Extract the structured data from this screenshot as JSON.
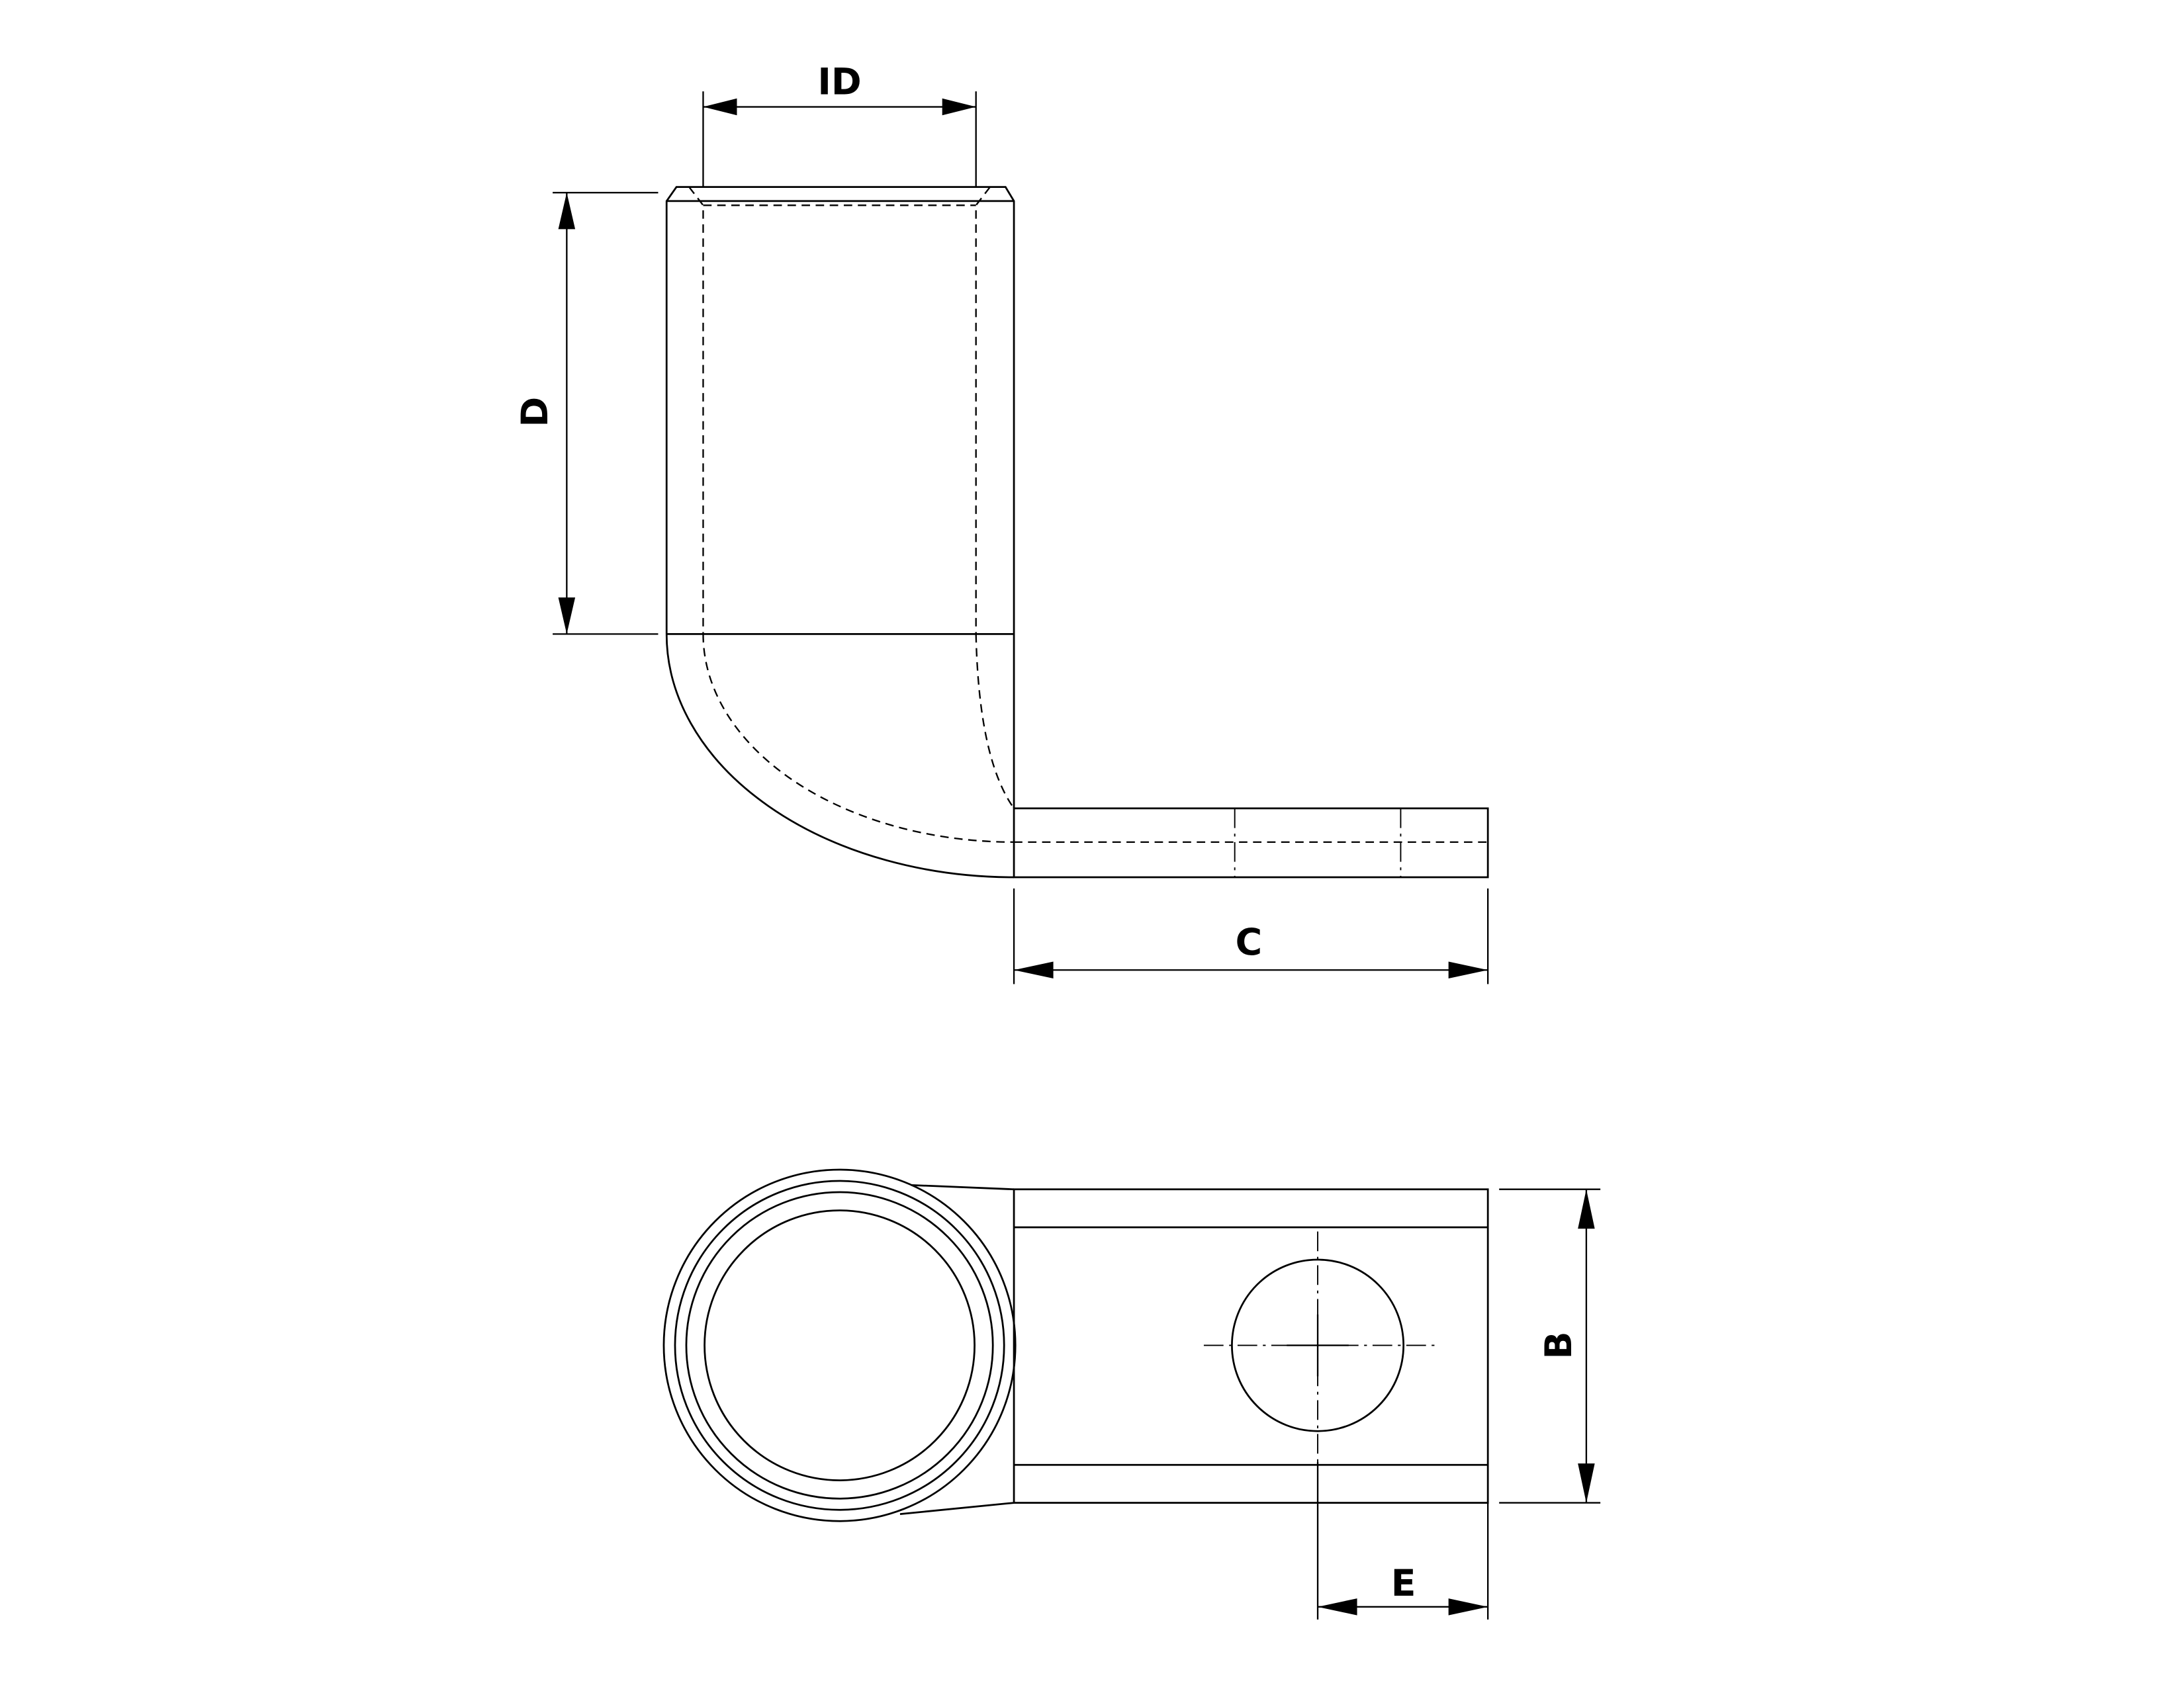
{
  "drawing": {
    "title_views": [
      "side-view",
      "top-view"
    ],
    "dimensions": {
      "id": "ID",
      "d": "D",
      "c": "C",
      "b": "B",
      "e": "E"
    },
    "line_color": "#000000",
    "background": "#ffffff"
  }
}
